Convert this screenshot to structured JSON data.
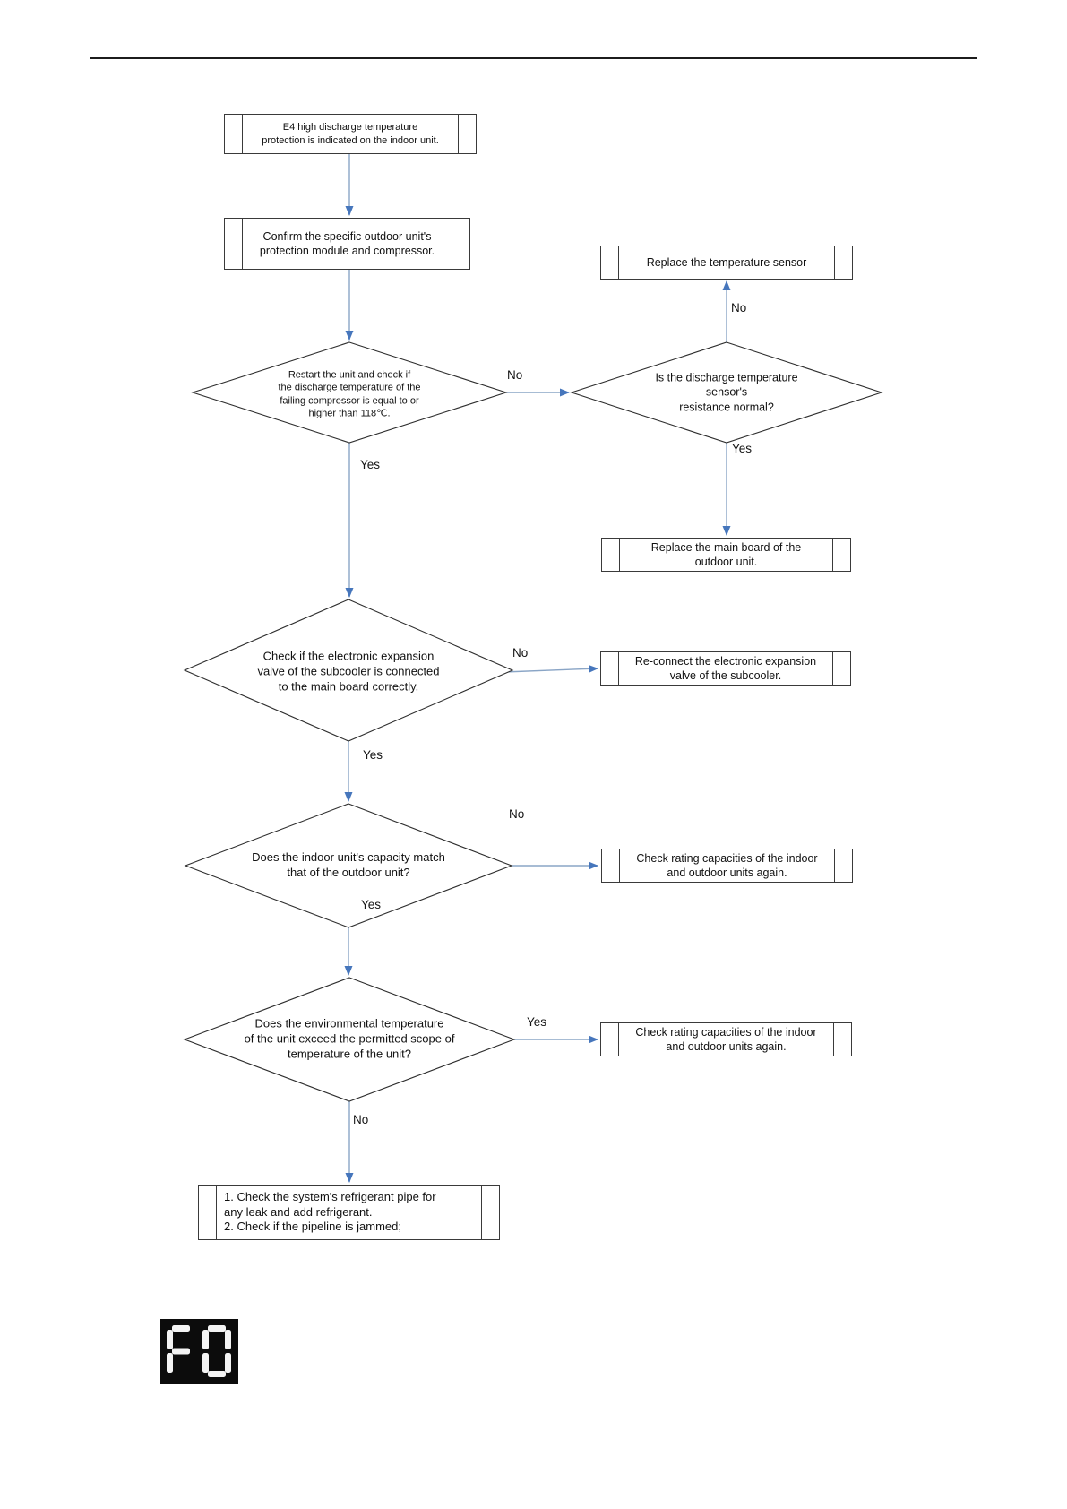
{
  "page_title": "E4 troubleshooting flowchart",
  "colors": {
    "arrow_line": "#8aa5c6",
    "arrow_head": "#4676bc",
    "shape_border": "#3a3a3a",
    "text": "#111111",
    "display_bg": "#0c0c0c",
    "display_segment": "#f4f4f4"
  },
  "nodes": {
    "e4": {
      "label": "E4 high discharge temperature\nprotection is indicated on the indoor unit."
    },
    "confirm": {
      "label": "Confirm the specific outdoor unit's\nprotection module and compressor."
    },
    "restart": {
      "label": "Restart the unit and check if\nthe discharge temperature of the\nfailing compressor is equal to or\nhigher than 118℃."
    },
    "sensor": {
      "label": "Is the discharge temperature\nsensor's\nresistance normal?"
    },
    "replace_sensor": {
      "label": "Replace the temperature sensor"
    },
    "replace_board": {
      "label": "Replace the main board of the\noutdoor unit."
    },
    "eev": {
      "label": "Check if the electronic expansion\nvalve of the subcooler is connected\nto the main board correctly."
    },
    "reconnect": {
      "label": "Re-connect the electronic expansion\nvalve of the subcooler."
    },
    "capacity": {
      "label": "Does the indoor unit's capacity match\nthat of the outdoor unit?"
    },
    "check_rating_1": {
      "label": "Check rating capacities of the indoor\nand outdoor units again."
    },
    "env_temp": {
      "label": "Does the environmental temperature\nof the unit exceed the permitted scope of\ntemperature of the unit?"
    },
    "check_rating_2": {
      "label": "Check rating capacities of the indoor\nand outdoor units again."
    },
    "final": {
      "label": "1. Check the system's refrigerant pipe for\nany leak and add refrigerant.\n2. Check if the pipeline is jammed;"
    }
  },
  "edge_labels": {
    "restart_no": "No",
    "restart_yes": "Yes",
    "sensor_no": "No",
    "sensor_yes": "Yes",
    "eev_no": "No",
    "eev_yes": "Yes",
    "capacity_no": "No",
    "capacity_yes": "Yes",
    "env_yes": "Yes",
    "env_no": "No"
  },
  "error_display": {
    "code": "F0"
  }
}
